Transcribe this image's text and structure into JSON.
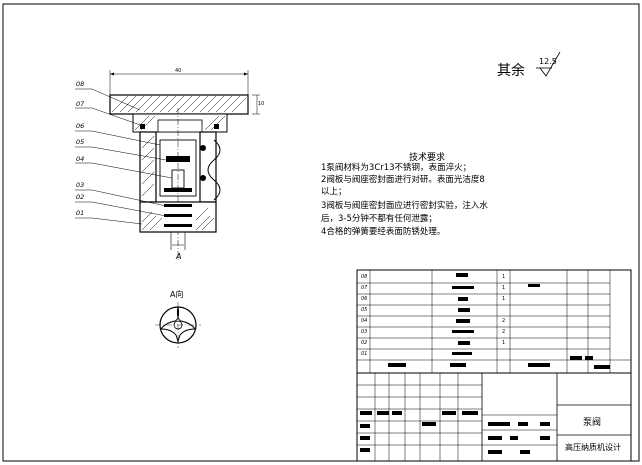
{
  "surface_finish": {
    "prefix": "其余",
    "value": "12.5"
  },
  "technical_requirements": {
    "title": "技术要求",
    "lines": [
      "1泵阀材料为3Cr13不锈钢，表面淬火；",
      "2阀板与阀座密封面进行对研。表面光洁度8",
      "以上；",
      "3阀板与阀座密封面应进行密封实验，注入水",
      "后，3-5分钟不都有任何泄露；",
      "4合格的弹簧要经表面防锈处理。"
    ]
  },
  "part_labels": [
    "08",
    "07",
    "06",
    "05",
    "04",
    "03",
    "02",
    "01"
  ],
  "view": {
    "direction_label": "A向",
    "section_mark": "A"
  },
  "dimensions": {
    "overall_width": "40",
    "flange_height": "10"
  },
  "title_block": {
    "part_name": "泵阀",
    "course": "高压纳质机设计"
  },
  "bom": {
    "rows": [
      {
        "index": "08",
        "qty": "1"
      },
      {
        "index": "07",
        "qty": "1"
      },
      {
        "index": "06",
        "qty": "1"
      },
      {
        "index": "05",
        "qty": ""
      },
      {
        "index": "04",
        "qty": "2"
      },
      {
        "index": "03",
        "qty": "2"
      },
      {
        "index": "02",
        "qty": "1"
      },
      {
        "index": "01",
        "qty": ""
      }
    ]
  }
}
